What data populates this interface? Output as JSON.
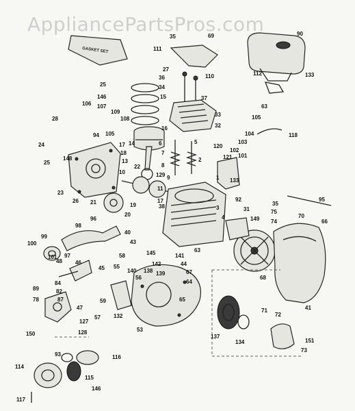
{
  "watermark": "AppliancePartsPros.com",
  "gasket_set_label": "GASKET SET",
  "callouts": [
    {
      "id": "c-90",
      "label": "90"
    },
    {
      "id": "c-35a",
      "label": "35"
    },
    {
      "id": "c-69",
      "label": "69"
    },
    {
      "id": "c-111",
      "label": "111"
    },
    {
      "id": "c-112",
      "label": "112"
    },
    {
      "id": "c-133a",
      "label": "133"
    },
    {
      "id": "c-27",
      "label": "27"
    },
    {
      "id": "c-36",
      "label": "36"
    },
    {
      "id": "c-34",
      "label": "34"
    },
    {
      "id": "c-110",
      "label": "110"
    },
    {
      "id": "c-37",
      "label": "37"
    },
    {
      "id": "c-25a",
      "label": "25"
    },
    {
      "id": "c-146a",
      "label": "146"
    },
    {
      "id": "c-15",
      "label": "15"
    },
    {
      "id": "c-63a",
      "label": "63"
    },
    {
      "id": "c-106",
      "label": "106"
    },
    {
      "id": "c-107",
      "label": "107"
    },
    {
      "id": "c-109",
      "label": "109"
    },
    {
      "id": "c-108",
      "label": "108"
    },
    {
      "id": "c-33",
      "label": "33"
    },
    {
      "id": "c-32",
      "label": "32"
    },
    {
      "id": "c-105",
      "label": "105"
    },
    {
      "id": "c-28",
      "label": "28"
    },
    {
      "id": "c-94",
      "label": "94"
    },
    {
      "id": "c-105b",
      "label": "105"
    },
    {
      "id": "c-16",
      "label": "16"
    },
    {
      "id": "c-104",
      "label": "104"
    },
    {
      "id": "c-118",
      "label": "118"
    },
    {
      "id": "c-24",
      "label": "24"
    },
    {
      "id": "c-14",
      "label": "14"
    },
    {
      "id": "c-17a",
      "label": "17"
    },
    {
      "id": "c-6",
      "label": "6"
    },
    {
      "id": "c-5",
      "label": "5"
    },
    {
      "id": "c-103",
      "label": "103"
    },
    {
      "id": "c-120",
      "label": "120"
    },
    {
      "id": "c-18",
      "label": "18"
    },
    {
      "id": "c-148",
      "label": "148"
    },
    {
      "id": "c-7",
      "label": "7"
    },
    {
      "id": "c-121",
      "label": "121"
    },
    {
      "id": "c-102",
      "label": "102"
    },
    {
      "id": "c-101a",
      "label": "101"
    },
    {
      "id": "c-25b",
      "label": "25"
    },
    {
      "id": "c-13",
      "label": "13"
    },
    {
      "id": "c-22",
      "label": "22"
    },
    {
      "id": "c-8",
      "label": "8"
    },
    {
      "id": "c-2",
      "label": "2"
    },
    {
      "id": "c-9",
      "label": "9"
    },
    {
      "id": "c-133b",
      "label": "133"
    },
    {
      "id": "c-23",
      "label": "23"
    },
    {
      "id": "c-21",
      "label": "21"
    },
    {
      "id": "c-129",
      "label": "129"
    },
    {
      "id": "c-10",
      "label": "10"
    },
    {
      "id": "c-11",
      "label": "11"
    },
    {
      "id": "c-1",
      "label": "1"
    },
    {
      "id": "c-26",
      "label": "26"
    },
    {
      "id": "c-19",
      "label": "19"
    },
    {
      "id": "c-17b",
      "label": "17"
    },
    {
      "id": "c-92",
      "label": "92"
    },
    {
      "id": "c-38",
      "label": "38"
    },
    {
      "id": "c-3",
      "label": "3"
    },
    {
      "id": "c-31",
      "label": "31"
    },
    {
      "id": "c-95",
      "label": "95"
    },
    {
      "id": "c-35b",
      "label": "35"
    },
    {
      "id": "c-75",
      "label": "75"
    },
    {
      "id": "c-74",
      "label": "74"
    },
    {
      "id": "c-70",
      "label": "70"
    },
    {
      "id": "c-66",
      "label": "66"
    },
    {
      "id": "c-20",
      "label": "20"
    },
    {
      "id": "c-4",
      "label": "4"
    },
    {
      "id": "c-149",
      "label": "149"
    },
    {
      "id": "c-98",
      "label": "98"
    },
    {
      "id": "c-96",
      "label": "96"
    },
    {
      "id": "c-40",
      "label": "40"
    },
    {
      "id": "c-43",
      "label": "43"
    },
    {
      "id": "c-99",
      "label": "99"
    },
    {
      "id": "c-100",
      "label": "100"
    },
    {
      "id": "c-101b",
      "label": "101"
    },
    {
      "id": "c-97",
      "label": "97"
    },
    {
      "id": "c-58",
      "label": "58"
    },
    {
      "id": "c-63b",
      "label": "63"
    },
    {
      "id": "c-48",
      "label": "48"
    },
    {
      "id": "c-46",
      "label": "46"
    },
    {
      "id": "c-145",
      "label": "145"
    },
    {
      "id": "c-142",
      "label": "142"
    },
    {
      "id": "c-141",
      "label": "141"
    },
    {
      "id": "c-44",
      "label": "44"
    },
    {
      "id": "c-45",
      "label": "45"
    },
    {
      "id": "c-55",
      "label": "55"
    },
    {
      "id": "c-140",
      "label": "140"
    },
    {
      "id": "c-138",
      "label": "138"
    },
    {
      "id": "c-139",
      "label": "139"
    },
    {
      "id": "c-67",
      "label": "67"
    },
    {
      "id": "c-84",
      "label": "84"
    },
    {
      "id": "c-89",
      "label": "89"
    },
    {
      "id": "c-82",
      "label": "82"
    },
    {
      "id": "c-87",
      "label": "87"
    },
    {
      "id": "c-56",
      "label": "56"
    },
    {
      "id": "c-64",
      "label": "64"
    },
    {
      "id": "c-68",
      "label": "68"
    },
    {
      "id": "c-78",
      "label": "78"
    },
    {
      "id": "c-59",
      "label": "59"
    },
    {
      "id": "c-47",
      "label": "47"
    },
    {
      "id": "c-57",
      "label": "57"
    },
    {
      "id": "c-132",
      "label": "132"
    },
    {
      "id": "c-65",
      "label": "65"
    },
    {
      "id": "c-41",
      "label": "41"
    },
    {
      "id": "c-71",
      "label": "71"
    },
    {
      "id": "c-72",
      "label": "72"
    },
    {
      "id": "c-127",
      "label": "127"
    },
    {
      "id": "c-53",
      "label": "53"
    },
    {
      "id": "c-150",
      "label": "150"
    },
    {
      "id": "c-128",
      "label": "128"
    },
    {
      "id": "c-137",
      "label": "137"
    },
    {
      "id": "c-134",
      "label": "134"
    },
    {
      "id": "c-151",
      "label": "151"
    },
    {
      "id": "c-93",
      "label": "93"
    },
    {
      "id": "c-116",
      "label": "116"
    },
    {
      "id": "c-73",
      "label": "73"
    },
    {
      "id": "c-114",
      "label": "114"
    },
    {
      "id": "c-115",
      "label": "115"
    },
    {
      "id": "c-146b",
      "label": "146"
    },
    {
      "id": "c-117",
      "label": "117"
    }
  ]
}
